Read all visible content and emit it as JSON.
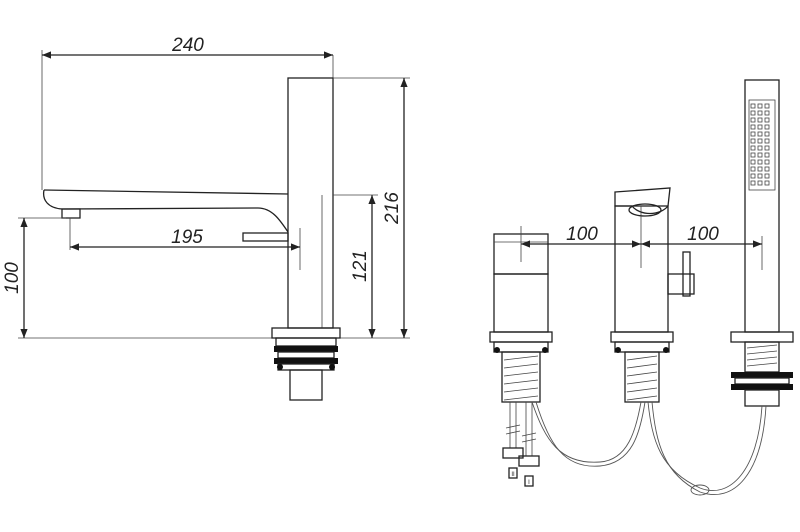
{
  "drawing": {
    "title": "",
    "dimensions": {
      "spout_length": "240",
      "spout_reach": "195",
      "spout_height": "100",
      "body_height": "121",
      "total_height": "216",
      "spacing_left": "100",
      "spacing_right": "100"
    },
    "connector_labels": [
      "II",
      "I"
    ],
    "colors": {
      "line": "#222222",
      "fill": "#111111",
      "background": "#ffffff"
    }
  }
}
